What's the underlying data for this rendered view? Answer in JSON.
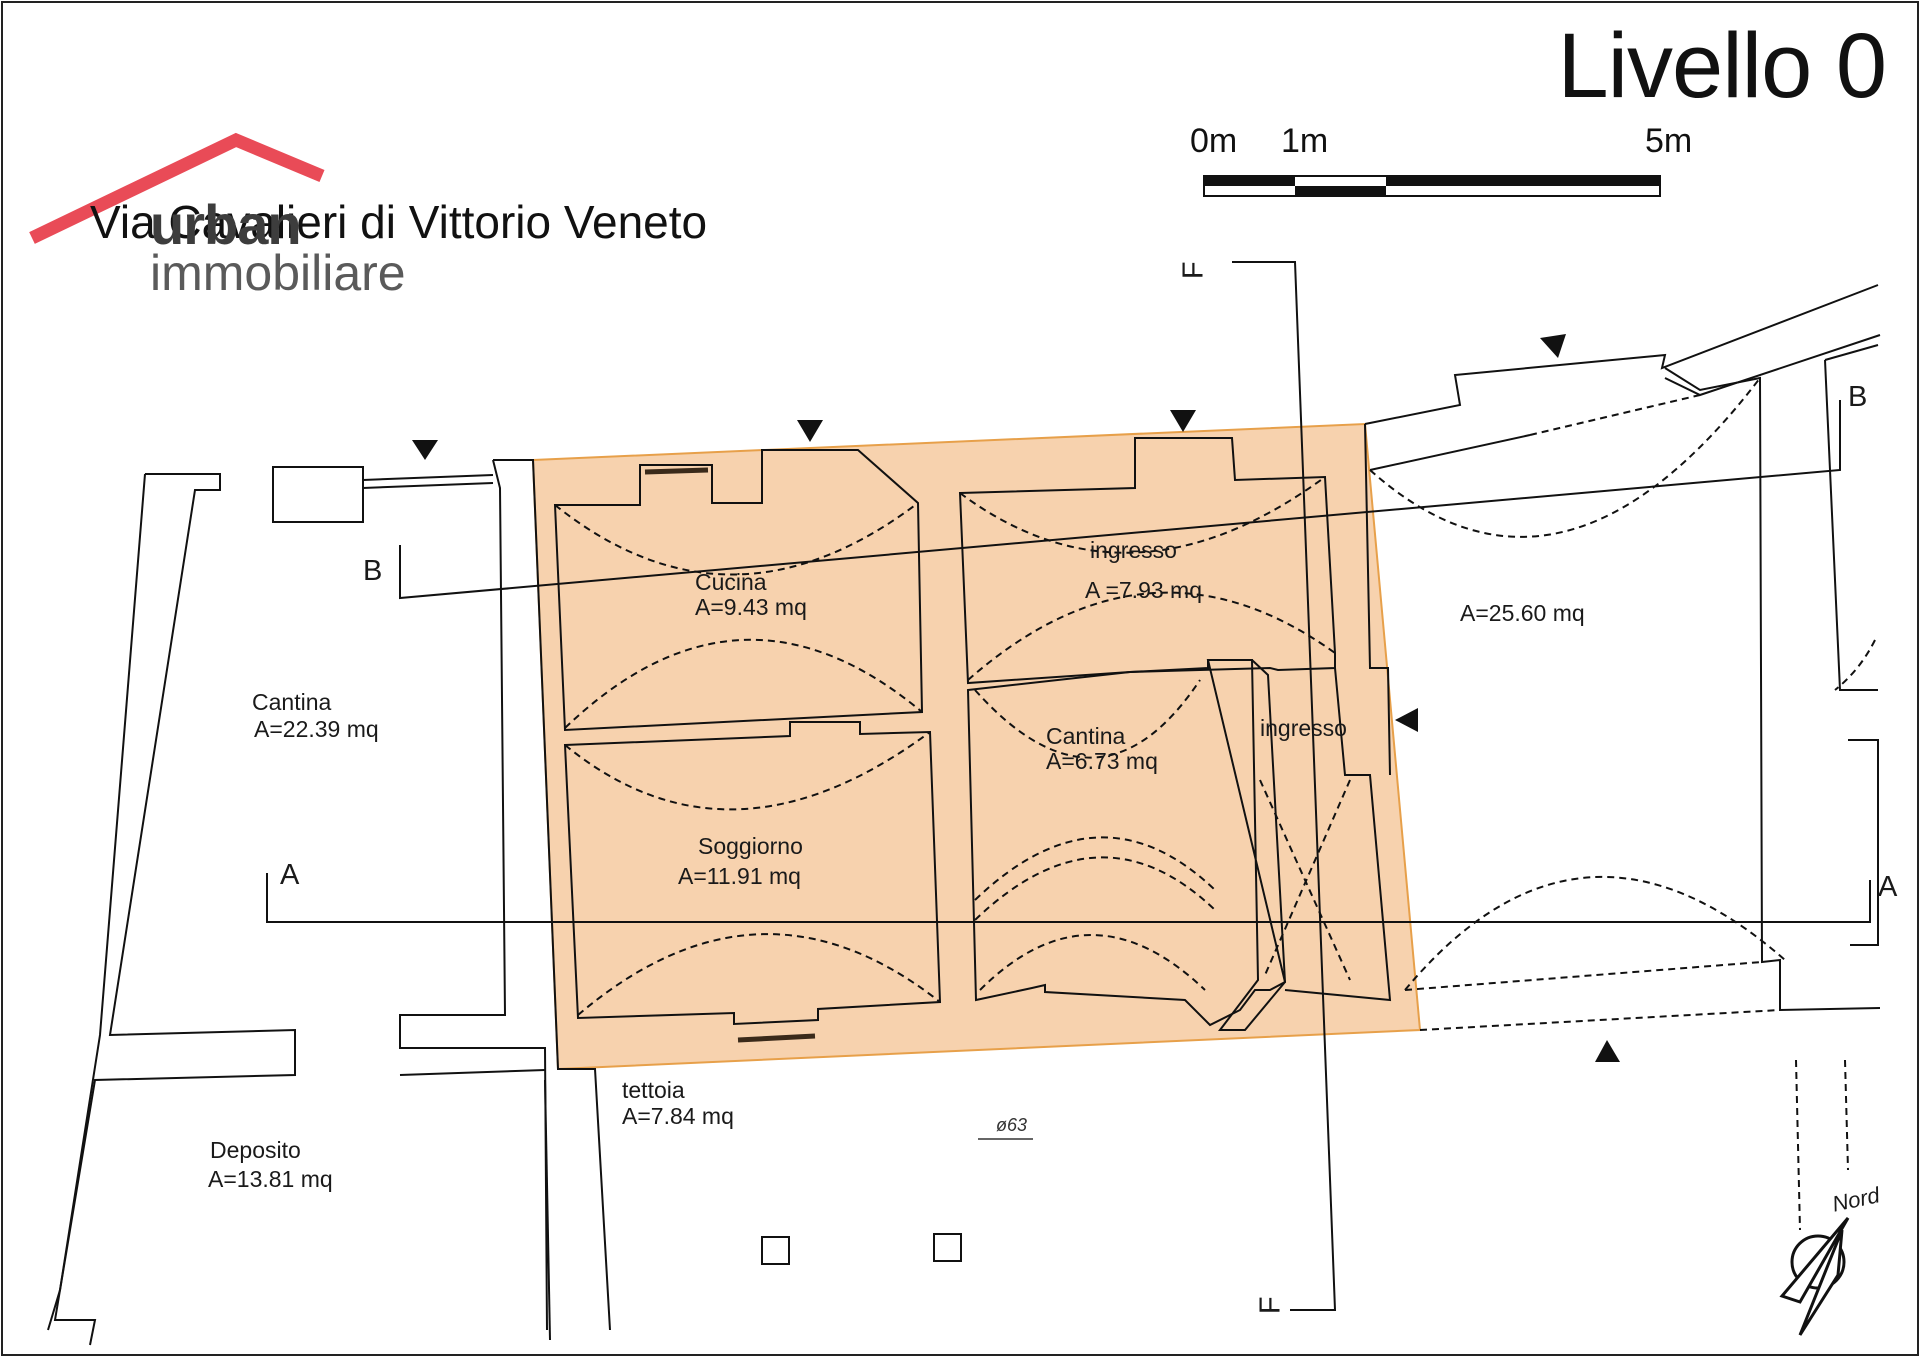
{
  "title": "Livello 0",
  "street": "Via Cavalieri di Vittorio Veneto",
  "logo": {
    "brand": "urban",
    "sub": "immobiliare",
    "color": "#e94b57"
  },
  "scale": {
    "labels": [
      "0m",
      "1m",
      "5m"
    ]
  },
  "highlight_color": "#f6caa0",
  "rooms": [
    {
      "name": "Cucina",
      "area": "A=9.43 mq"
    },
    {
      "name": "ingresso",
      "area": "A =7.93 mq"
    },
    {
      "name": "Cantina",
      "area": "A=6.73 mq"
    },
    {
      "name": "ingresso",
      "area": ""
    },
    {
      "name": "Soggiorno",
      "area": "A=11.91 mq"
    },
    {
      "name": "Cantina",
      "area": "A=22.39 mq"
    },
    {
      "name": "",
      "area": "A=25.60 mq"
    },
    {
      "name": "tettoia",
      "area": "A=7.84 mq"
    },
    {
      "name": "Deposito",
      "area": "A=13.81 mq"
    }
  ],
  "sections": {
    "a": "A",
    "b": "B",
    "f": "F"
  },
  "compass": {
    "label": "Nord"
  },
  "annotation": "ø63"
}
